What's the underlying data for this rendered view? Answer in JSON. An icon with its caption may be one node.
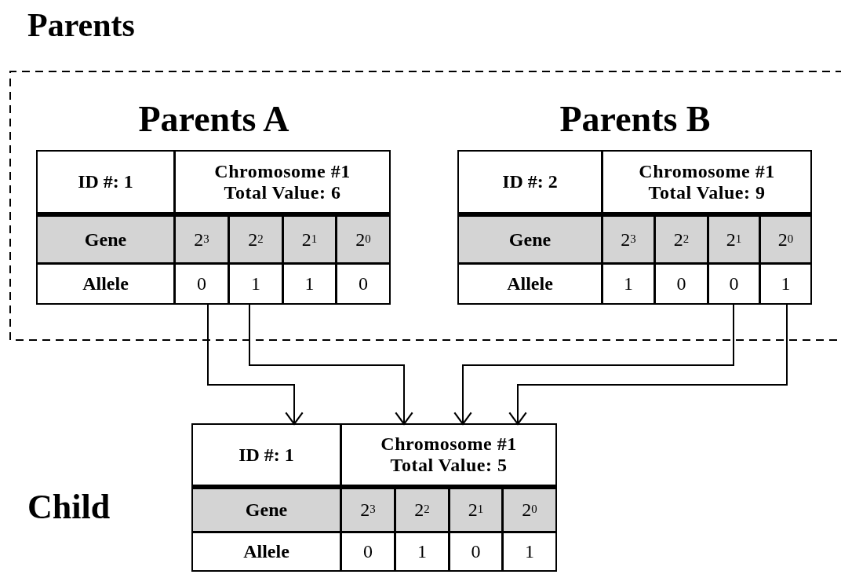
{
  "diagram": {
    "nodes": [
      {
        "text": [
          "Parents"
        ]
      },
      {
        "text": [
          "Parents A",
          "ID #: 1",
          "Chromosome #1 Total Value: 6",
          "Gene",
          "2$^{3}$",
          "2$^{2}$",
          "2$^{1}$",
          "2$^{0}$",
          "Allele",
          "0",
          "1",
          "1",
          "0"
        ],
        "in": 0
      },
      {
        "text": [
          "Parents B",
          "ID #: 2",
          "Chromosome #1 Total Value: 9",
          "Gene",
          "2$^{3}$",
          "2$^{2}$",
          "2$^{1}$",
          "2$^{0}$",
          "Allele",
          "1",
          "0",
          "0",
          "1"
        ],
        "in": 0
      },
      {
        "text": [
          "Child",
          "ID #: 1",
          "Chromosome #1 Total Value: 5",
          "Gene",
          "2$^{3}$",
          "2$^{2}$",
          "2$^{1}$",
          "2$^{0}$",
          "Allele",
          "0",
          "1",
          "0",
          "1"
        ]
      }
    ],
    "edges": [
      {
        "from": 1,
        "to": 3,
        "arrow": "to"
      },
      {
        "from": 1,
        "to": 3,
        "arrow": "to"
      },
      {
        "from": 2,
        "to": 3,
        "arrow": "to"
      },
      {
        "from": 2,
        "to": 3,
        "arrow": "to"
      }
    ]
  }
}
